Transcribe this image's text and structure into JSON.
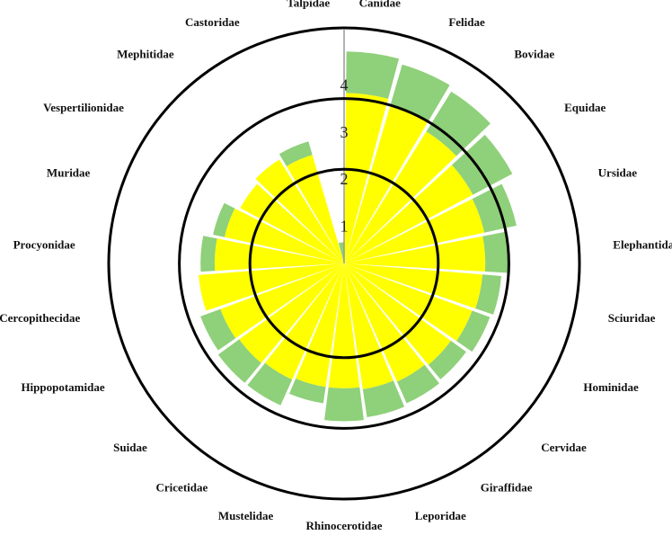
{
  "chart_data": {
    "type": "radial-stacked-bar",
    "title": "",
    "categories": [
      "Canidae",
      "Felidae",
      "Bovidae",
      "Equidae",
      "Ursidae",
      "Elephantidae",
      "Sciuridae",
      "Hominidae",
      "Cervidae",
      "Giraffidae",
      "Leporidae",
      "Rhinocerotidae",
      "Mustelidae",
      "Cricetidae",
      "Suidae",
      "Hippopotamidae",
      "Cercopithecidae",
      "Procyonidae",
      "Muridae",
      "Vespertilionidae",
      "Mephitidae",
      "Castoridae",
      "Talpidae"
    ],
    "radial_ticks": [
      1,
      2,
      3,
      4
    ],
    "rmax": 5,
    "rings": [
      2,
      3.5,
      5
    ],
    "series": [
      {
        "color": "#ffff00",
        "values": [
          3.62,
          3.5,
          3.3,
          3.1,
          3.05,
          3.0,
          2.95,
          2.9,
          2.8,
          2.75,
          2.7,
          2.65,
          2.65,
          2.7,
          2.75,
          2.8,
          3.1,
          2.75,
          2.6,
          2.5,
          2.6,
          2.4,
          0
        ]
      },
      {
        "color": "#8fd07a",
        "values": [
          0.88,
          0.9,
          1.0,
          0.95,
          0.7,
          0.5,
          0.4,
          0.4,
          0.4,
          0.5,
          0.6,
          0.7,
          0.35,
          0.6,
          0.55,
          0.45,
          0.0,
          0.3,
          0.25,
          0.0,
          0.0,
          0.3,
          0.45
        ]
      }
    ],
    "grid": false,
    "legend": "none"
  }
}
